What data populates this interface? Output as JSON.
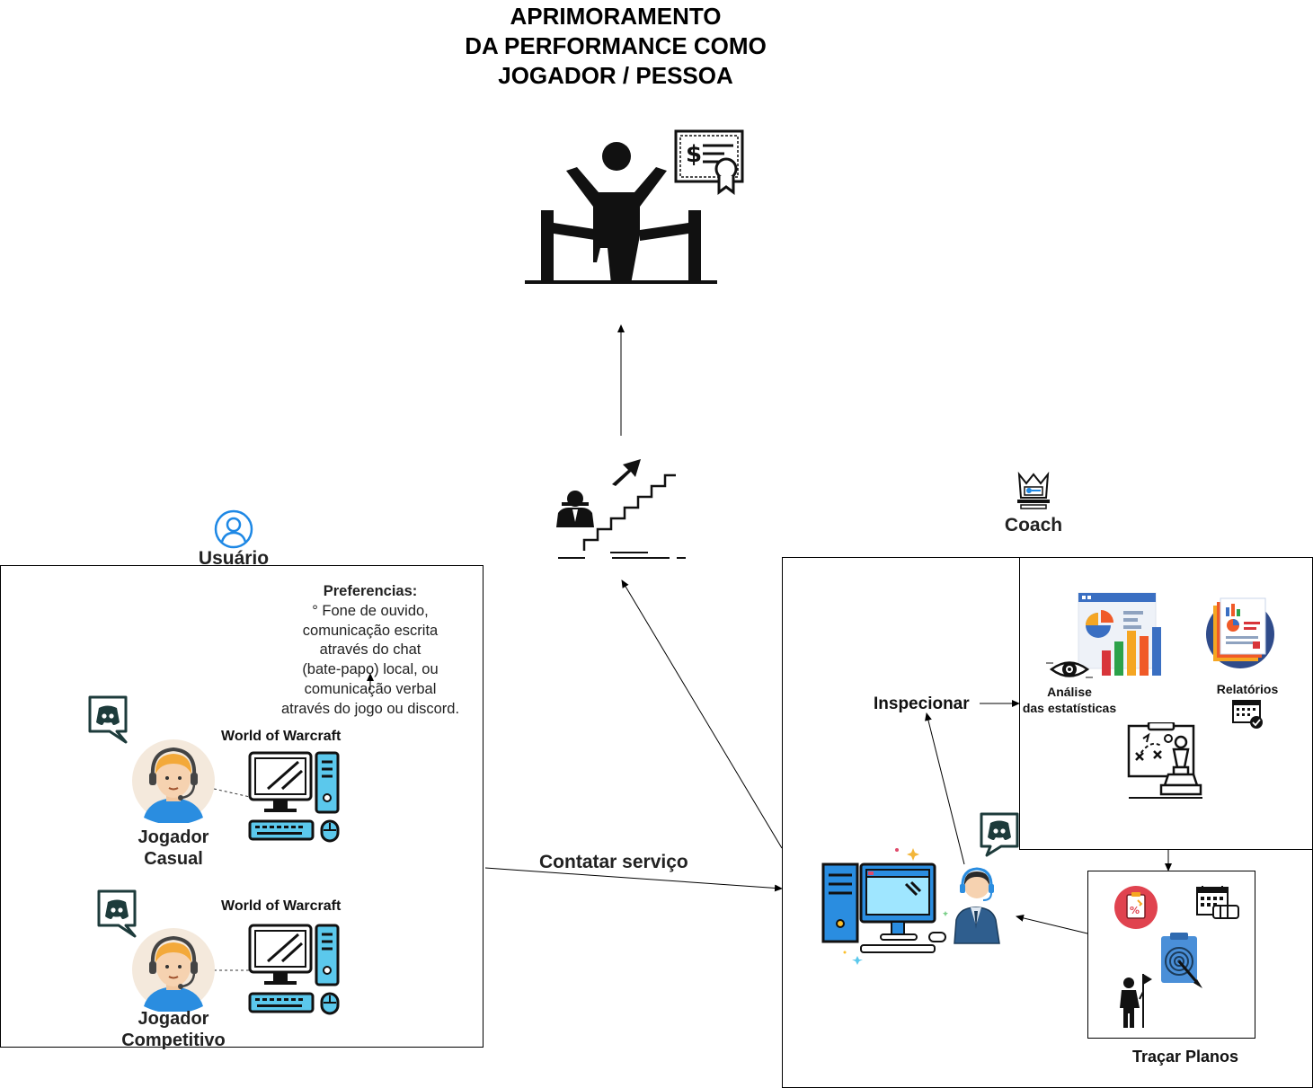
{
  "title": {
    "line1": "APRIMORAMENTO",
    "line2": "DA PERFORMANCE COMO",
    "line3": "JOGADOR / PESSOA"
  },
  "user": {
    "label": "Usuário",
    "preferences": {
      "heading": "Preferencias:",
      "line1": "° Fone de ouvido,",
      "line2": "comunicação escrita",
      "line3": "através do chat",
      "line4": "(bate-papo) local, ou",
      "line5": "comunicação verbal",
      "line6": "através do jogo ou discord."
    },
    "players": [
      {
        "name_line1": "Jogador",
        "name_line2": "Casual",
        "game": "World of Warcraft"
      },
      {
        "name_line1": "Jogador",
        "name_line2": "Competitivo",
        "game": "World of Warcraft"
      }
    ]
  },
  "coach": {
    "label": "Coach",
    "inspect_label": "Inspecionar",
    "analysis_line1": "Análise",
    "analysis_line2": "das estatísticas",
    "reports_label": "Relatórios",
    "plans_label": "Traçar Planos"
  },
  "edges": {
    "contact_label": "Contatar serviço"
  },
  "icons": {
    "goal": "finish-line-winner-icon",
    "certificate": "certificate-icon",
    "growth": "career-stairs-icon",
    "user": "user-circle-icon",
    "coach": "crown-key-icon",
    "discord": "discord-chat-icon",
    "pc": "desktop-computer-icon",
    "headset_user": "headset-avatar-icon",
    "support_agent": "support-agent-icon",
    "eye": "eye-icon",
    "dashboard": "analytics-dashboard-icon",
    "report": "report-document-icon",
    "strategy": "chess-strategy-icon",
    "target": "target-clipboard-icon",
    "calendar": "calendar-icon",
    "flag_person": "person-flag-icon"
  },
  "colors": {
    "accent_blue": "#1e88e5",
    "cyan": "#5bc8ec",
    "dark": "#1b1b1b"
  }
}
